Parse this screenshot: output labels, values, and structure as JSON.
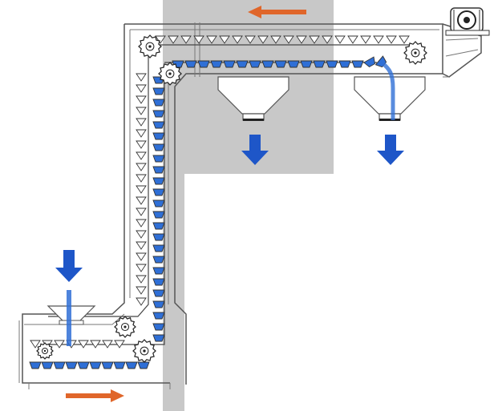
{
  "colors": {
    "background": "#ffffff",
    "shaded_area": "#c8c8c8",
    "bucket_fill": "#2f6fd6",
    "material_flow": "#1e56c8",
    "direction_arrow": "#e0662a",
    "frame": "#555555"
  },
  "diagram": {
    "type": "z-type bucket elevator",
    "flow_path": [
      "horizontal-feed",
      "vertical-lift",
      "horizontal-discharge"
    ],
    "inlet_count": 1,
    "outlet_count": 2,
    "motor": "drive-motor-icon"
  }
}
